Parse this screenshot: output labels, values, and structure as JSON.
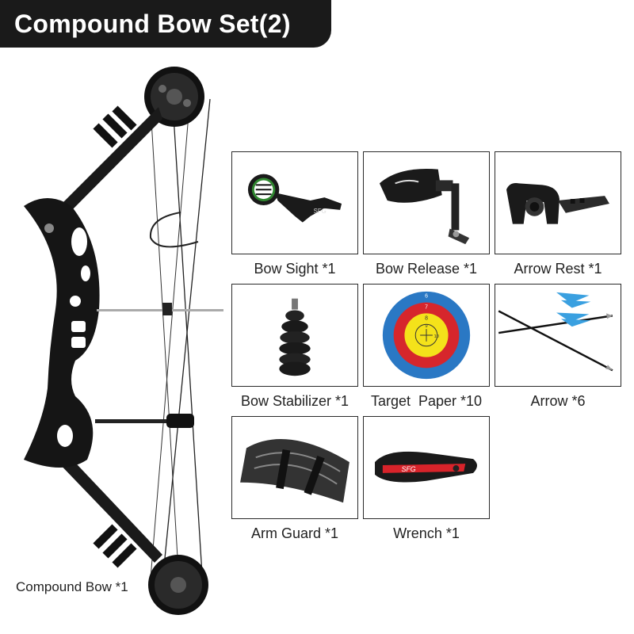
{
  "title": "Compound Bow Set(2)",
  "bow_label": "Compound Bow *1",
  "items": [
    {
      "label": "Bow Sight *1",
      "icon": "bow-sight-icon"
    },
    {
      "label": "Bow Release *1",
      "icon": "bow-release-icon"
    },
    {
      "label": "Arrow Rest *1",
      "icon": "arrow-rest-icon"
    },
    {
      "label": "Bow Stabilizer *1",
      "icon": "bow-stabilizer-icon"
    },
    {
      "label": "Target  Paper *10",
      "icon": "target-paper-icon"
    },
    {
      "label": "Arrow *6",
      "icon": "arrow-icon"
    },
    {
      "label": "Arm Guard *1",
      "icon": "arm-guard-icon"
    },
    {
      "label": "Wrench *1",
      "icon": "wrench-icon"
    }
  ],
  "brand_mark": "SFG",
  "target_rings": [
    "6",
    "7",
    "8",
    "9",
    "10"
  ],
  "colors": {
    "title_bg": "#1a1a1a",
    "title_text": "#ffffff",
    "accent_blue": "#3aa0e0",
    "target_yellow": "#f4e21a",
    "target_red": "#d6262c",
    "target_blue": "#2a78c4",
    "wrench_red": "#d8232a"
  }
}
